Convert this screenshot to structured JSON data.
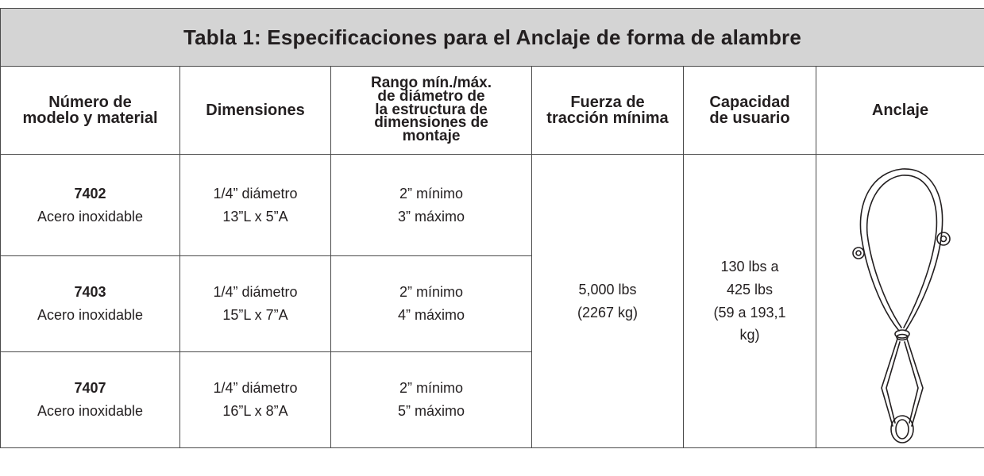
{
  "table": {
    "title": "Tabla 1:  Especificaciones para el Anclaje de forma de alambre",
    "headers": {
      "model": [
        "Número de",
        "modelo y material"
      ],
      "dimensions": "Dimensiones",
      "range": [
        "Rango mín./máx.",
        "de diámetro de",
        "la estructura de",
        "dimensiones de",
        "montaje"
      ],
      "strength": [
        "Fuerza de",
        "tracción mínima"
      ],
      "capacity": [
        "Capacidad",
        "de usuario"
      ],
      "anchor": "Anclaje"
    },
    "rows": [
      {
        "model": "7402",
        "material": "Acero inoxidable",
        "dim_line1": "1/4” diámetro",
        "dim_line2": "13”L x 5”A",
        "min": "2” mínimo",
        "max": "3” máximo"
      },
      {
        "model": "7403",
        "material": "Acero inoxidable",
        "dim_line1": "1/4” diámetro",
        "dim_line2": "15”L x 7”A",
        "min": "2” mínimo",
        "max": "4” máximo"
      },
      {
        "model": "7407",
        "material": "Acero inoxidable",
        "dim_line1": "1/4” diámetro",
        "dim_line2": "16”L x 8”A",
        "min": "2” mínimo",
        "max": "5” máximo"
      }
    ],
    "strength": [
      "5,000 lbs",
      "(2267 kg)"
    ],
    "capacity": [
      "130 lbs a",
      "425 lbs",
      "(59 a 193,1",
      "kg)"
    ],
    "anchor_icon": "wire-form-anchor-icon",
    "colors": {
      "title_bg": "#d4d4d4",
      "border": "#4a4a4a",
      "text": "#231f20"
    }
  }
}
